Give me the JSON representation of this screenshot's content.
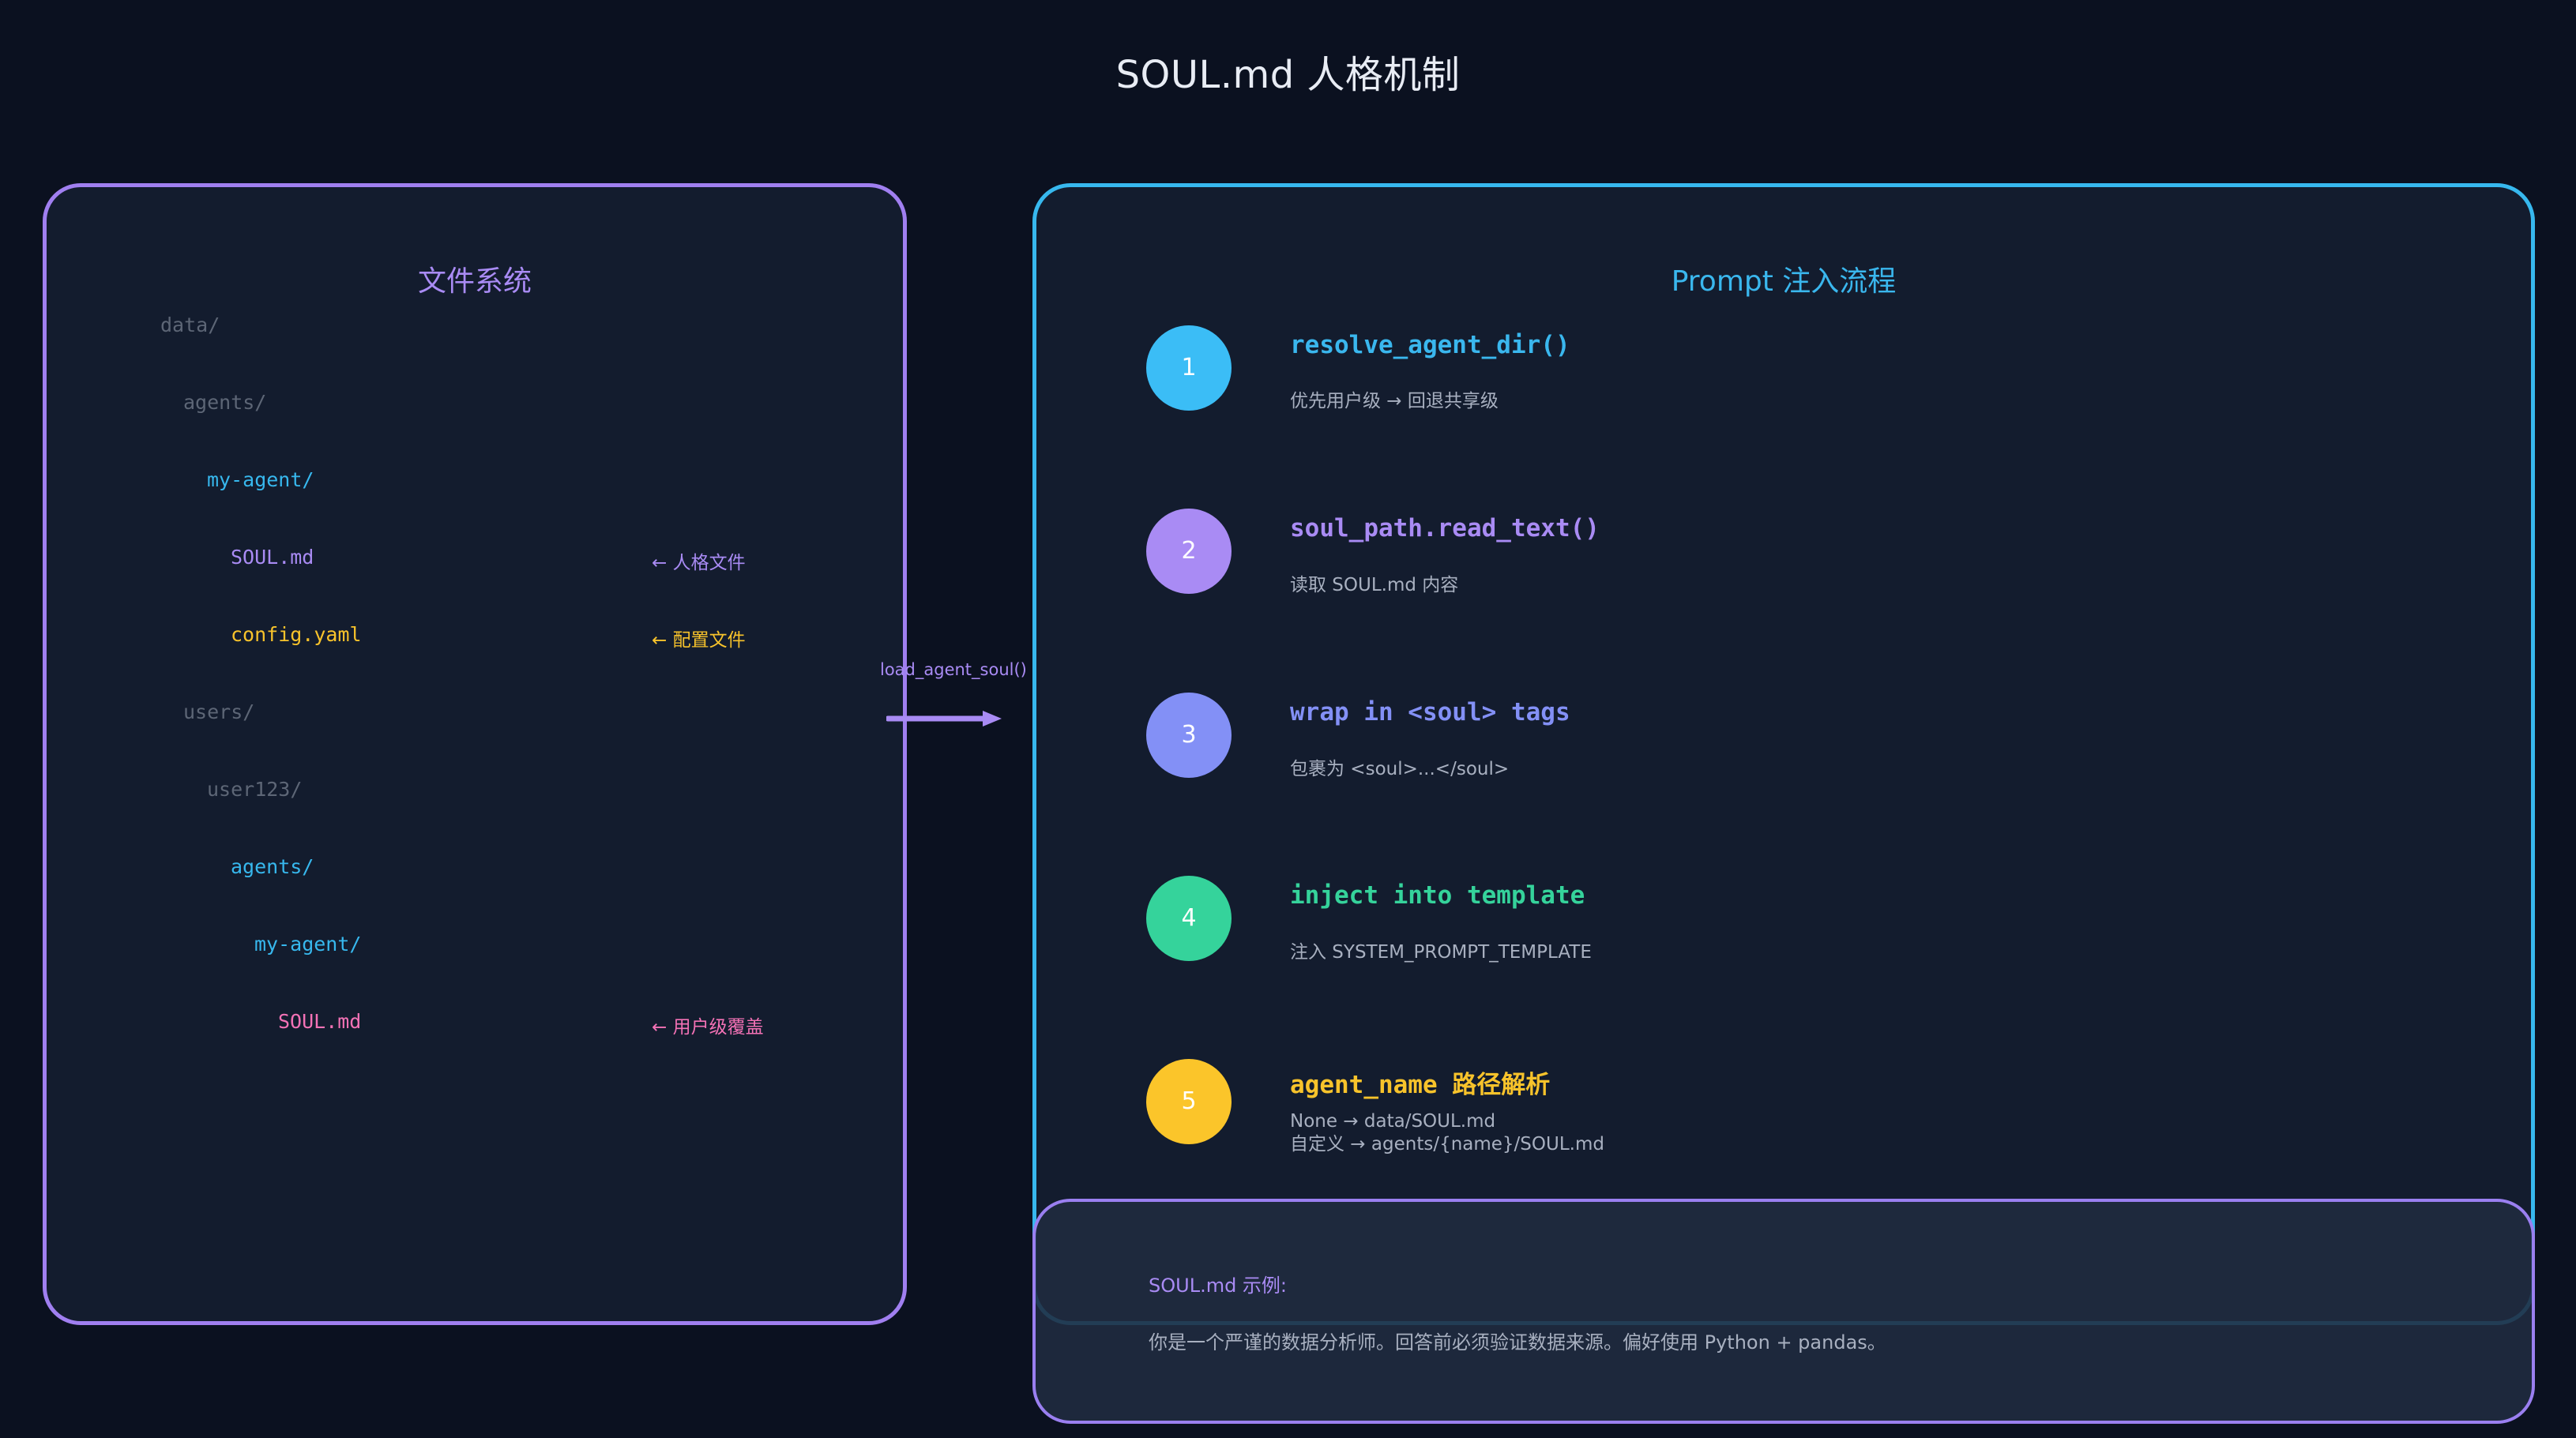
{
  "title": "SOUL.md 人格机制",
  "colors": {
    "background": "#0b1120",
    "panel": "#131c2e",
    "purple": "#a98bf4",
    "blue": "#37b8ee",
    "indigo": "#8390f6",
    "green": "#35d39b",
    "yellow": "#f8c32b",
    "pink": "#f472b6",
    "muted": "#5d6676"
  },
  "filesystem": {
    "title": "文件系统",
    "tree": [
      {
        "text": "data/",
        "color": "#5d6676"
      },
      {
        "text": "agents/",
        "color": "#5d6676"
      },
      {
        "text": "my-agent/",
        "color": "#37b8ee"
      },
      {
        "text": "SOUL.md",
        "color": "#a98bf4"
      },
      {
        "text": "config.yaml",
        "color": "#f8c32b"
      },
      {
        "text": "users/",
        "color": "#5d6676"
      },
      {
        "text": "user123/",
        "color": "#5d6676"
      },
      {
        "text": "agents/",
        "color": "#37b8ee"
      },
      {
        "text": "my-agent/",
        "color": "#37b8ee"
      },
      {
        "text": "SOUL.md",
        "color": "#f472b6"
      }
    ],
    "notes": {
      "soul": "← 人格文件",
      "config": "← 配置文件",
      "user_override": "← 用户级覆盖"
    }
  },
  "arrow": {
    "label": "load_agent_soul()"
  },
  "flow": {
    "title": "Prompt 注入流程",
    "steps": [
      {
        "num": "1",
        "title": "resolve_agent_dir()",
        "desc": "优先用户级 → 回退共享级",
        "color": "#37b8ee"
      },
      {
        "num": "2",
        "title": "soul_path.read_text()",
        "desc": "读取 SOUL.md 内容",
        "color": "#a98bf4"
      },
      {
        "num": "3",
        "title": "wrap in <soul> tags",
        "desc": "包裹为 <soul>...</soul>",
        "color": "#8390f6"
      },
      {
        "num": "4",
        "title": "inject into template",
        "desc": "注入 SYSTEM_PROMPT_TEMPLATE",
        "color": "#35d39b"
      },
      {
        "num": "5",
        "title": "agent_name 路径解析",
        "desc": "None → data/SOUL.md",
        "desc2": "自定义 → agents/{name}/SOUL.md",
        "color": "#f8c32b"
      }
    ]
  },
  "example": {
    "title": "SOUL.md 示例:",
    "body": "你是一个严谨的数据分析师。回答前必须验证数据来源。偏好使用 Python + pandas。"
  }
}
